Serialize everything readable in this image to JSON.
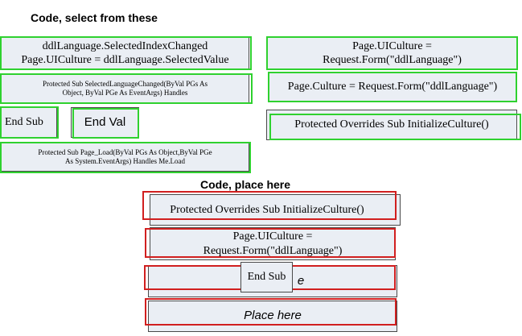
{
  "select_heading": "Code, select from these",
  "place_heading": "Code, place here",
  "source_tiles": {
    "selected_index_changed": "ddlLanguage.SelectedIndexChanged\nPage.UICulture = ddlLanguage.SelectedValue",
    "page_uiculture_form": "Page.UICulture =\nRequest.Form(\"ddlLanguage\")",
    "selected_language_changed": "Protected Sub SelectedLanguageChanged(ByVal PGs As\nObject, ByVal PGe As EventArgs) Handles",
    "page_culture_form": "Page.Culture = Request.Form(\"ddlLanguage\")",
    "end_sub": "End Sub",
    "end_val": "End Val",
    "initialize_culture": "Protected Overrides Sub InitializeCulture()",
    "page_load": "Protected Sub Page_Load(ByVal PGs As Object,ByVal PGe\nAs System.EventArgs) Handles Me.Load"
  },
  "target_slots": {
    "slot1": "Protected Overrides Sub InitializeCulture()",
    "slot2": "Page.UICulture =\nRequest.Form(\"ddlLanguage\")",
    "slot3_underlay": "e",
    "slot3_dragged": "End Sub",
    "slot4": "Place here"
  }
}
